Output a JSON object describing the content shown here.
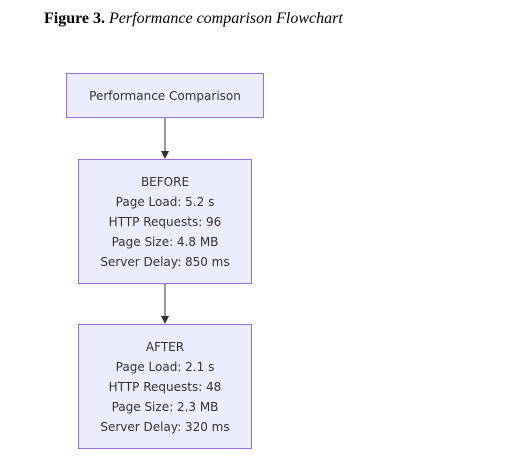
{
  "caption": {
    "label": "Figure 3.",
    "title": "Performance comparison Flowchart"
  },
  "nodes": {
    "top": {
      "text": "Performance Comparison"
    },
    "before": {
      "heading": "BEFORE",
      "lines": [
        "Page Load: 5.2 s",
        "HTTP Requests: 96",
        "Page Size: 4.8 MB",
        "Server Delay: 850 ms"
      ]
    },
    "after": {
      "heading": "AFTER",
      "lines": [
        "Page Load: 2.1 s",
        "HTTP Requests: 48",
        "Page Size: 2.3 MB",
        "Server Delay: 320 ms"
      ]
    }
  },
  "edges": [
    {
      "from": "top",
      "to": "before"
    },
    {
      "from": "before",
      "to": "after"
    }
  ],
  "colors": {
    "node_fill": "#ececff",
    "node_border": "#9370db",
    "edge": "#333333"
  }
}
